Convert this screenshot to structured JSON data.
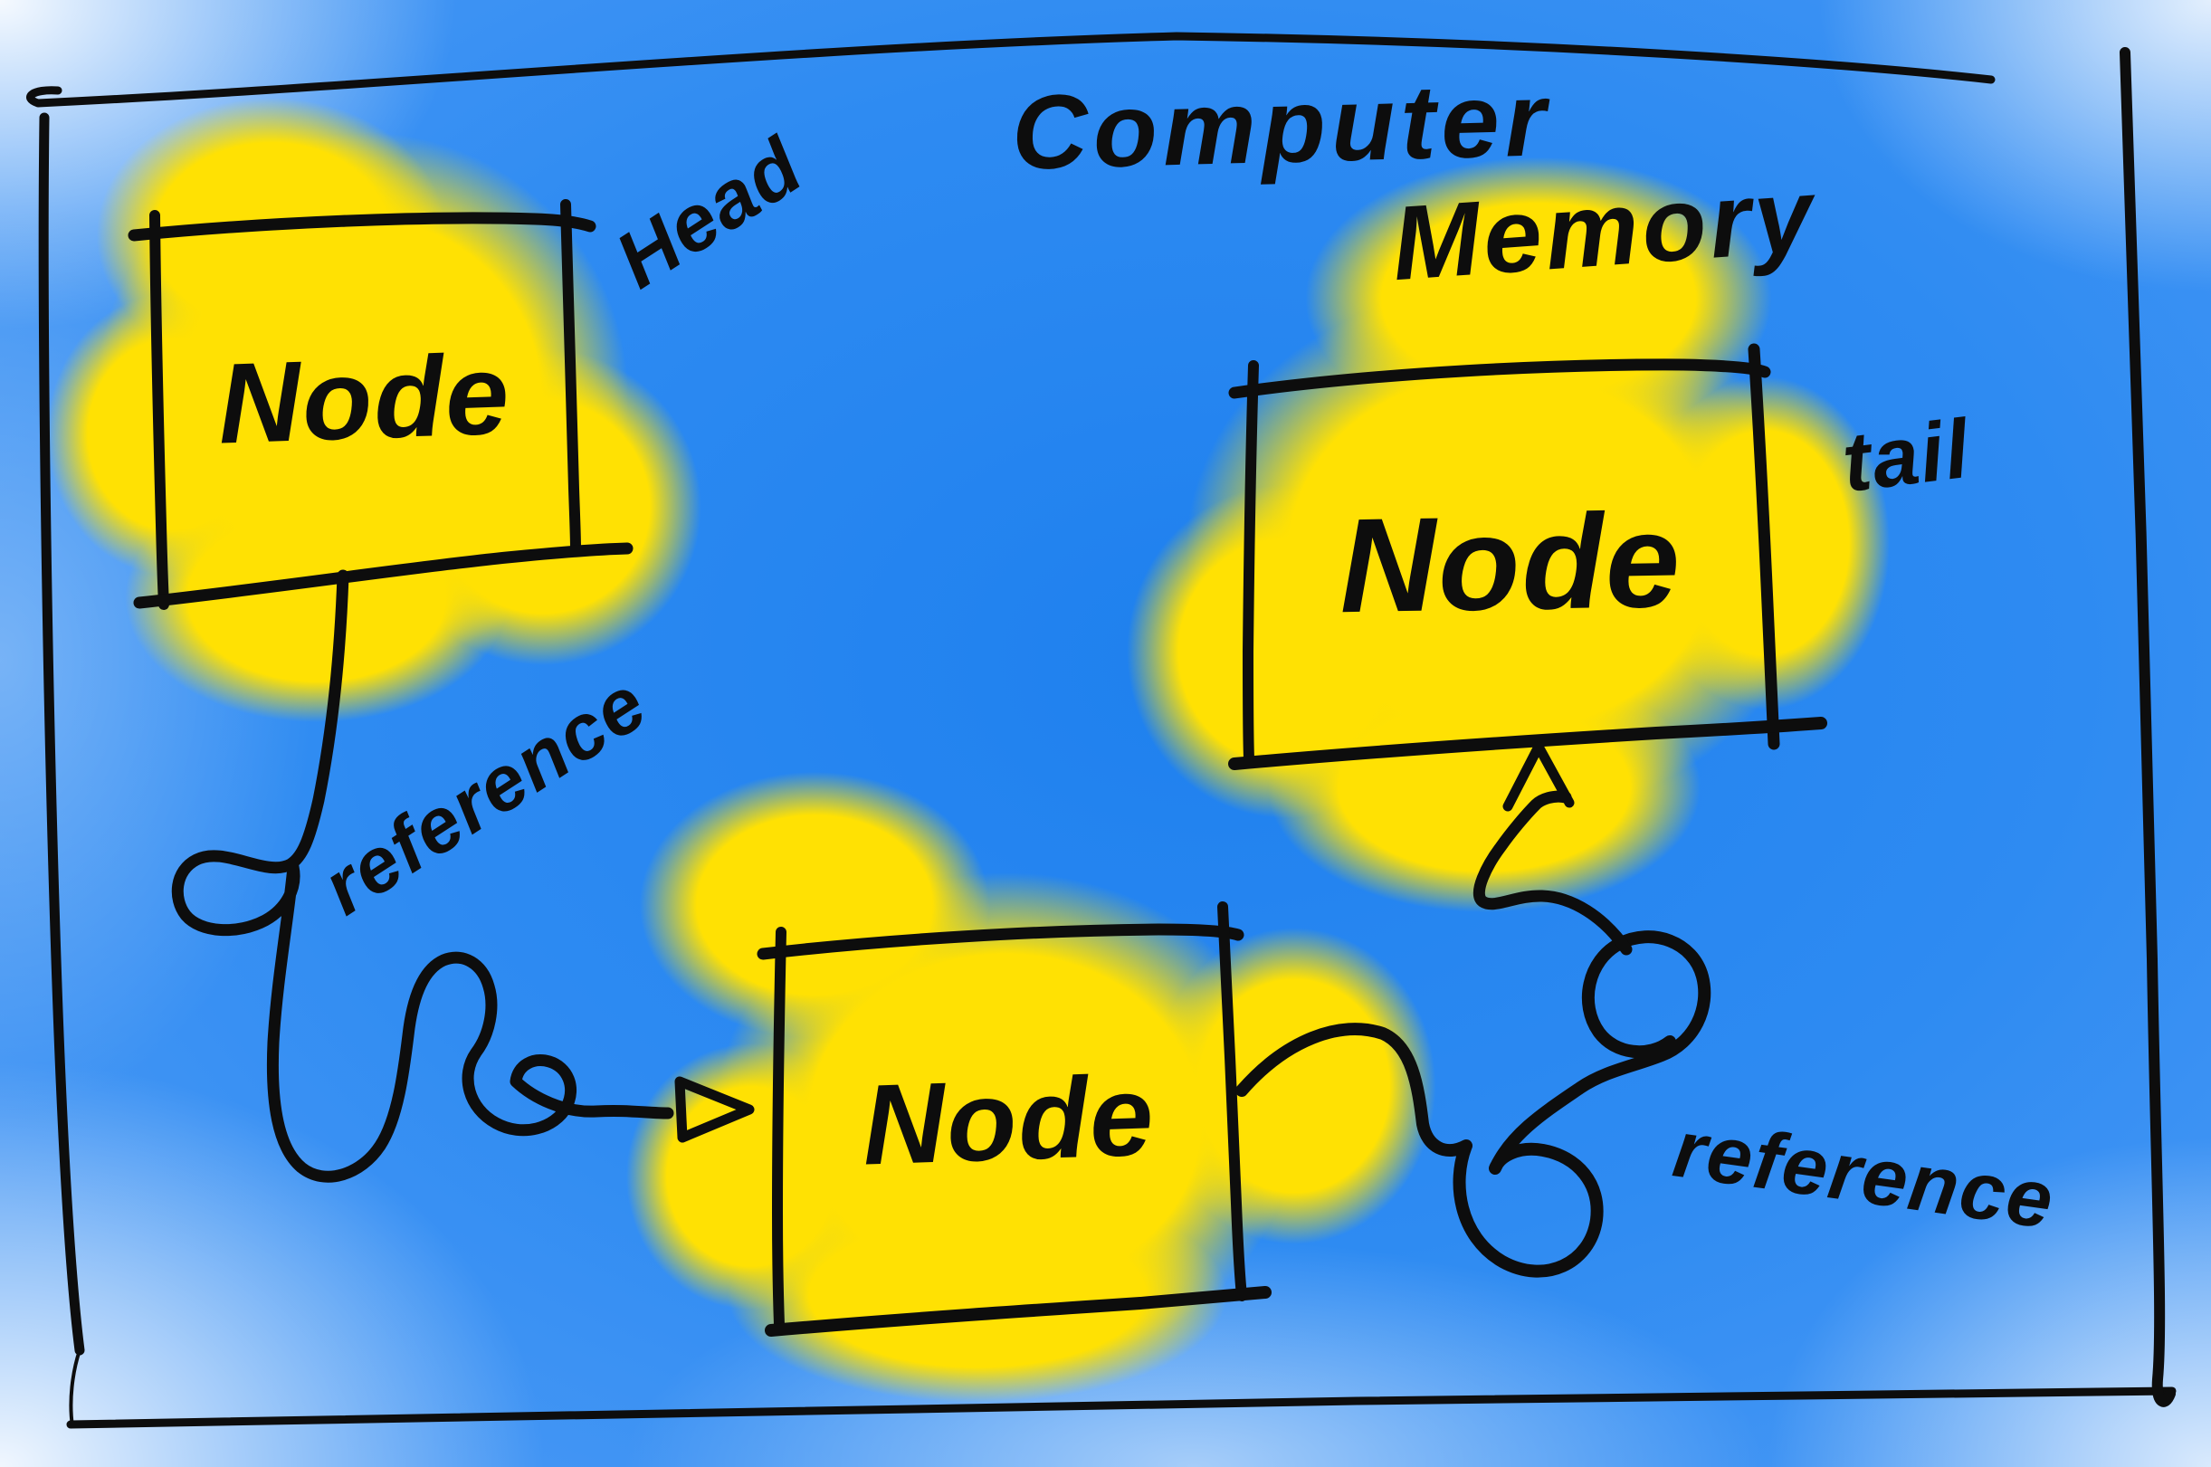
{
  "title": {
    "line1": "Computer",
    "line2": "Memory"
  },
  "nodes": [
    {
      "label": "Node",
      "tag": "Head"
    },
    {
      "label": "Node",
      "tag": "tail"
    },
    {
      "label": "Node",
      "tag": ""
    }
  ],
  "edges": [
    {
      "label": "reference",
      "from": "head-node",
      "to": "middle-node"
    },
    {
      "label": "reference",
      "from": "middle-node",
      "to": "tail-node"
    }
  ],
  "colors": {
    "background_blue": "#2e8bf2",
    "highlight_yellow": "#ffe103",
    "ink_black": "#0d0d0d",
    "corner_glow": "#f2f7fd"
  }
}
